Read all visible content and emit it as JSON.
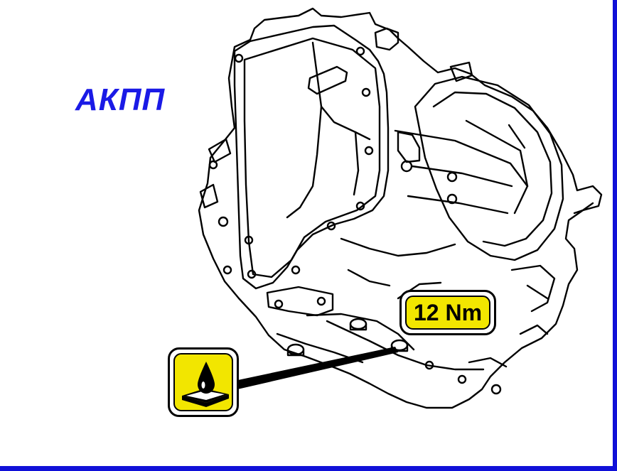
{
  "title": "АКПП",
  "torque_label": "12 Nm",
  "icons": {
    "torque": "torque-spec-badge",
    "fluid": "oil-drop-fluid-icon",
    "part": "automatic-transmission-drawing"
  },
  "colors": {
    "title": "#1a1ae6",
    "border": "#1010d8",
    "badge_fill": "#f2e600",
    "line": "#000000",
    "background": "#ffffff"
  }
}
